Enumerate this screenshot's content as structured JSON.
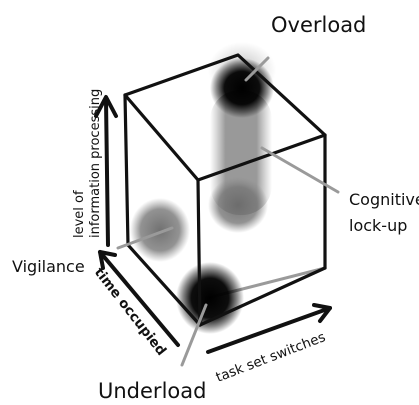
{
  "diagram": {
    "labels": {
      "overload": "Overload",
      "cognitive_lockup_line1": "Cognitive",
      "cognitive_lockup_line2": "lock-up",
      "vigilance": "Vigilance",
      "underload": "Underload"
    },
    "axes": {
      "vertical_line1": "level of",
      "vertical_line2": "information processing",
      "depth": "time occupied",
      "horizontal": "task set switches"
    },
    "colors": {
      "ink": "#111111",
      "blob_dark": "#000000",
      "blob_grey": "#6f6f6f",
      "leader": "#9a9a9a",
      "background": "#ffffff"
    }
  }
}
